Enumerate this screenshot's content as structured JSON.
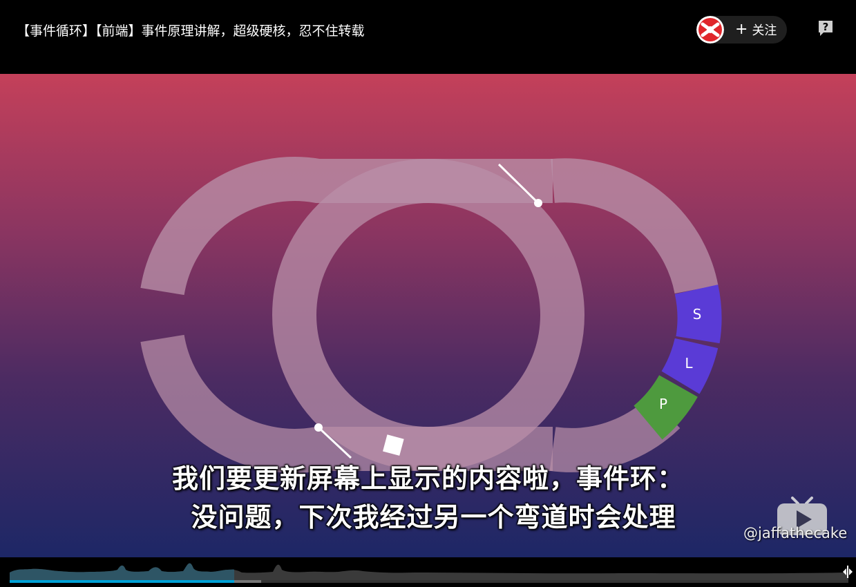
{
  "header": {
    "title": "【事件循环】【前端】事件原理讲解，超级硬核，忍不住转载",
    "follow_label": "关注",
    "follow_icon": "plus-icon",
    "help_icon": "question-icon"
  },
  "video": {
    "segment_labels": [
      "S",
      "L",
      "P"
    ],
    "subtitle_lines": [
      "我们要更新屏幕上显示的内容啦，事件环：",
      "没问题，下次我经过另一个弯道时会处理"
    ],
    "watermark": "@jaffathecake",
    "colors": {
      "segment_blue": "#5a3bd6",
      "segment_green": "#4e9a3e",
      "track": "#b98fa8"
    }
  },
  "player": {
    "progress_fraction": 0.268,
    "buffered_fraction": 0.3
  }
}
